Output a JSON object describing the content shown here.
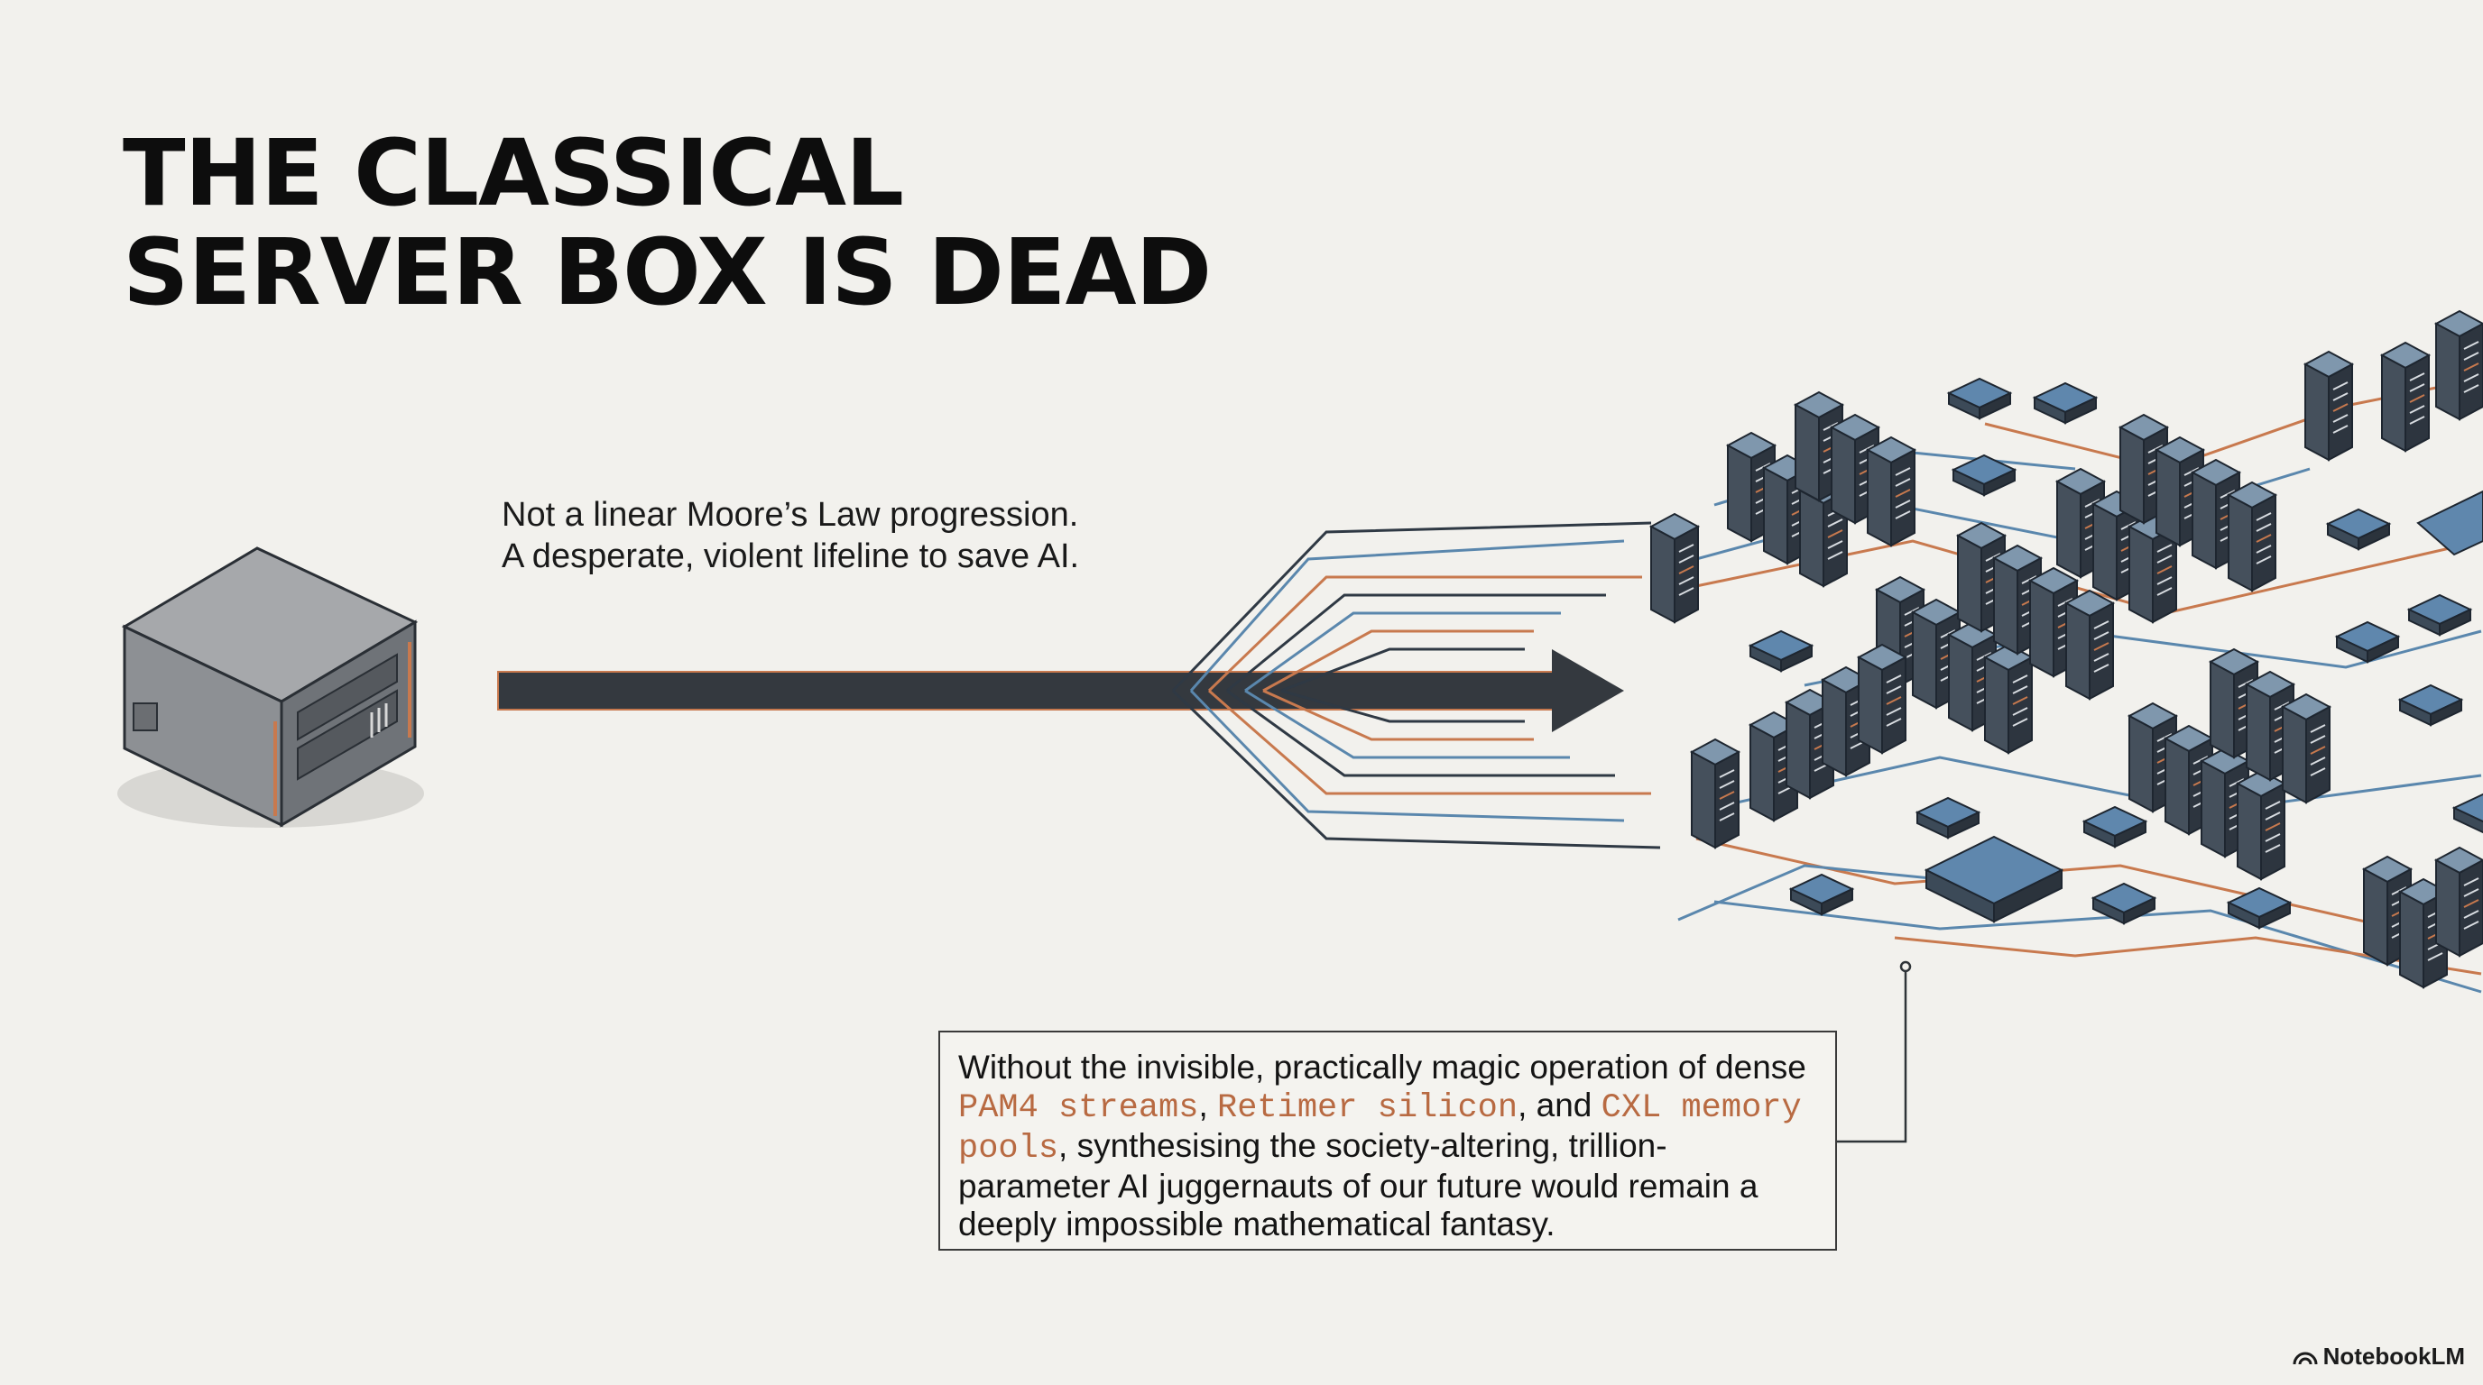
{
  "title": {
    "line1": "THE CLASSICAL",
    "line2": "SERVER BOX IS DEAD"
  },
  "subtitle": {
    "line1": "Not a linear Moore’s Law progression.",
    "line2": "A desperate, violent lifeline to save AI."
  },
  "callout": {
    "t1": "Without the invisible, practically magic operation of dense ",
    "k1": "PAM4 streams",
    "t2": ", ",
    "k2": "Retimer silicon",
    "t3": ", and ",
    "k3": "CXL memory pools",
    "t4": ", synthesising the society-altering, trillion-parameter AI juggernauts of our future would remain a deeply impossible mathematical fantasy."
  },
  "brand": {
    "name": "NotebookLM",
    "icon": "notebooklm-logo-icon"
  },
  "colors": {
    "background": "#f2f1ed",
    "accent_orange": "#c8794e",
    "accent_blue": "#5a87ad",
    "dark": "#2f3944"
  },
  "illustration": {
    "left": "classical-server-box",
    "arrow": "lifeline-arrow",
    "right": "distributed-datacenter-network"
  }
}
